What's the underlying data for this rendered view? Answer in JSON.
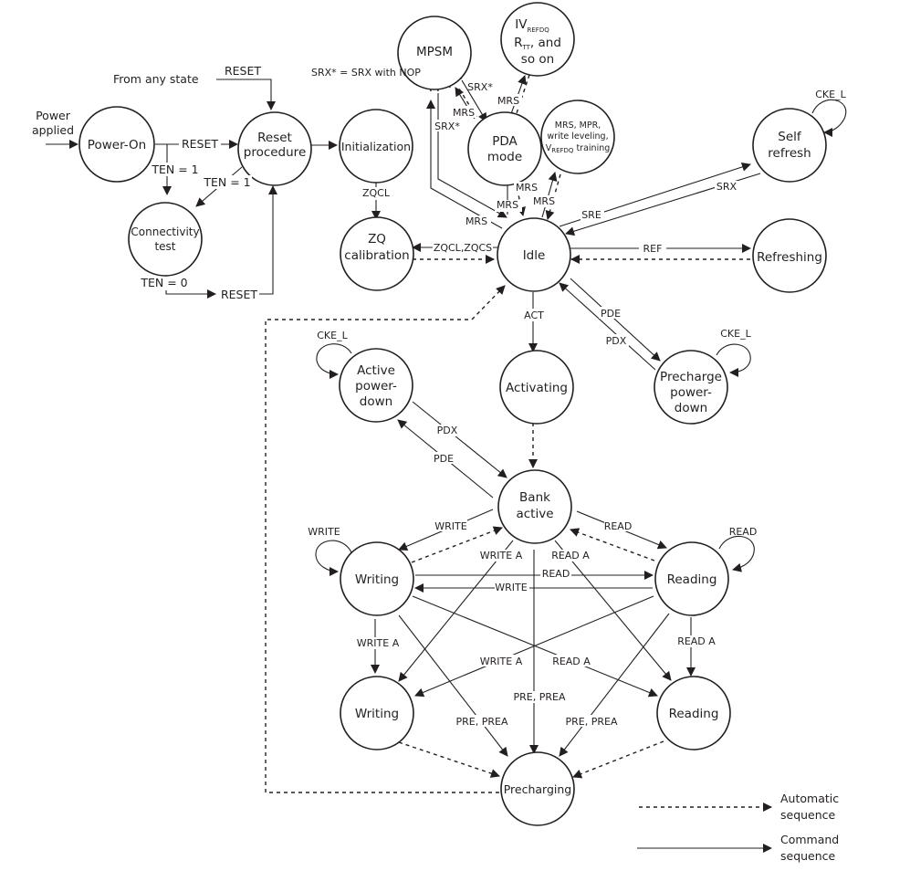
{
  "diagram": {
    "states": {
      "power_on": "Power-On",
      "reset_1": "Reset",
      "reset_2": "procedure",
      "init": "Initialization",
      "connectivity_1": "Connectivity",
      "connectivity_2": "test",
      "zq_1": "ZQ",
      "zq_2": "calibration",
      "mpsm": "MPSM",
      "iv_1": "IV",
      "iv_1_sub": "REFDQ",
      "iv_2": "R",
      "iv_2_sub": "TT",
      "iv_2_rest": ", and",
      "iv_3": "so on",
      "pda_1": "PDA",
      "pda_2": "mode",
      "mrs_1": "MRS, MPR,",
      "mrs_2": "write leveling,",
      "mrs_3": "V",
      "mrs_3_sub": "REFDQ",
      "mrs_3_rest": " training",
      "self_1": "Self",
      "self_2": "refresh",
      "idle": "Idle",
      "refreshing": "Refreshing",
      "activating": "Activating",
      "apd_1": "Active",
      "apd_2": "power-",
      "apd_3": "down",
      "ppd_1": "Precharge",
      "ppd_2": "power-",
      "ppd_3": "down",
      "bank_1": "Bank",
      "bank_2": "active",
      "writing": "Writing",
      "reading": "Reading",
      "writing_a": "Writing",
      "reading_a": "Reading",
      "precharging": "Precharging"
    },
    "annotations": {
      "power_applied_1": "Power",
      "power_applied_2": "applied",
      "from_any_state": "From any state",
      "srx_note": "SRX* = SRX with NOP"
    },
    "transitions": {
      "reset_any": "RESET",
      "reset_power": "RESET",
      "ten1_a": "TEN = 1",
      "ten1_b": "TEN = 1",
      "ten0": "TEN = 0",
      "reset_conn": "RESET",
      "zqcl": "ZQCL",
      "zqcl_zqcs": "ZQCL,ZQCS",
      "srx_star_a": "SRX*",
      "srx_star_b": "SRX*",
      "mrs_mpsm_pda": "MRS",
      "mrs_pda_iv": "MRS",
      "mrs_idle_mpsm": "MRS",
      "mrs_pda_idle_a": "MRS",
      "mrs_pda_idle_b": "MRS",
      "mrs_idle_mrs": "MRS",
      "sre": "SRE",
      "srx": "SRX",
      "cke_l_self": "CKE_L",
      "ref": "REF",
      "act": "ACT",
      "pde_ppd": "PDE",
      "pdx_ppd": "PDX",
      "cke_l_ppd": "CKE_L",
      "cke_l_apd": "CKE_L",
      "pdx_apd": "PDX",
      "pde_apd": "PDE",
      "write_bank": "WRITE",
      "read_bank": "READ",
      "write_loop": "WRITE",
      "read_loop": "READ",
      "read_w2r": "READ",
      "write_r2w": "WRITE",
      "write_a_bank": "WRITE A",
      "read_a_bank": "READ A",
      "write_a_down": "WRITE A",
      "read_a_down": "READ A",
      "write_a_cross": "WRITE A",
      "read_a_cross": "READ A",
      "pre_prea_left": "PRE,  PREA",
      "pre_prea_mid": "PRE, PREA",
      "pre_prea_right": "PRE,  PREA"
    }
  },
  "legend": {
    "auto_1": "Automatic",
    "auto_2": "sequence",
    "cmd_1": "Command",
    "cmd_2": "sequence"
  }
}
